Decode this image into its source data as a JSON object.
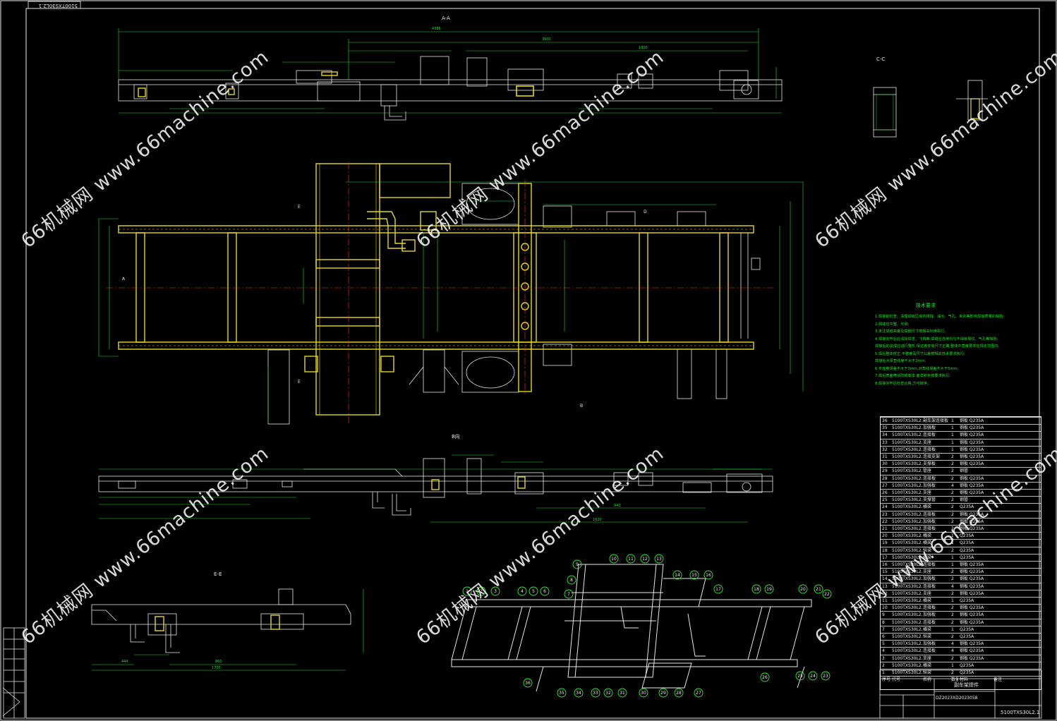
{
  "drawing": {
    "drawing_number": "5100TXS30L2.1",
    "drawing_number_rotated": "5100TXS30L2.1",
    "title_block_name": "副车架焊件",
    "title_block_code": "DZ2023XD2023058",
    "colors": {
      "frame_yellow": "#e8d81a",
      "line_white": "#e8e8e8",
      "dim_green": "#22e02a",
      "balloon_green": "#30f030",
      "background": "#000000"
    }
  },
  "views": {
    "section_aa": "A-A",
    "section_cc": "C-C",
    "section_bb": "B向",
    "section_ee": "E-E",
    "section_d": "D",
    "marker_a": "A",
    "marker_e": "E",
    "marker_b": "B"
  },
  "dimensions": {
    "aa_overall": "4386",
    "aa_second": "3900",
    "aa_right": "1800",
    "ee_overall": "1700",
    "ee_mid": "860",
    "ee_left": "444",
    "bb_right": "1620",
    "bb_mid": "940"
  },
  "technical_requirements": {
    "title": "技术要求",
    "lines": [
      "1.焊接前检查、清理焊缝区域的锈蚀、油污、气孔、夹杂等影响焊接质量的缺陷;",
      "2.焊缝应平整、光滑;",
      "3.未注焊缝高度及焊脚尺寸按相关标准执行;",
      "4.焊接完毕后应清除焊渣、飞溅等,焊缝应连续均匀不得有裂纹、气孔等缺陷;",
      "  焊接后的总成应进行整形,保证各安装尺寸正确,整体平直度要求在规定范围内;",
      "5.焊后整体校正,平整度及尺寸公差按相关技术要求执行;",
      "  焊接后大梁直线度不大于2mm;",
      "6.平面度误差不大于3mm,对角线误差不大于5mm;",
      "7.焊后表面喷涂防锈底漆,面漆颜色按要求执行;",
      "8.焊接完毕后检查合格,方可转序。"
    ]
  },
  "bom_rows": [
    [
      "36",
      "5100TXS30L2.1-23",
      "副车架连接板",
      "1",
      "钢板 Q235A",
      ""
    ],
    [
      "35",
      "5100TXS30L2.1-22",
      "加强板",
      "1",
      "钢板 Q235A",
      ""
    ],
    [
      "34",
      "5100TXS30L2.1-21",
      "连接板",
      "1",
      "钢板 Q235A",
      ""
    ],
    [
      "33",
      "5100TXS30L2.1-5-1",
      "支座",
      "1",
      "钢板 Q235A",
      ""
    ],
    [
      "32",
      "5100TXS30L2.1-20",
      "连接板",
      "1",
      "钢板 Q235A",
      ""
    ],
    [
      "31",
      "5100TXS30L2.1-19",
      "连接支架",
      "2",
      "钢板 Q235A",
      ""
    ],
    [
      "30",
      "5100TXS30L2.1-18",
      "支撑板",
      "2",
      "钢板 Q235A",
      ""
    ],
    [
      "29",
      "5100TXS30L2.1-5",
      "管座",
      "2",
      "钢管",
      ""
    ],
    [
      "28",
      "5100TXS30L2.1-17",
      "连接板",
      "2",
      "钢板 Q235A",
      ""
    ],
    [
      "27",
      "5100TXS30L2.1-16",
      "加强板",
      "4",
      "钢板 Q235A",
      ""
    ],
    [
      "26",
      "5100TXS30L2.1-15",
      "支座",
      "2",
      "钢板 Q235A",
      ""
    ],
    [
      "25",
      "5100TXS30L2.1-14",
      "支撑管",
      "2",
      "钢管",
      ""
    ],
    [
      "24",
      "5100TXS30L2.1-13",
      "横梁",
      "2",
      "Q235A",
      ""
    ],
    [
      "23",
      "5100TXS30L2.1-12",
      "连接板",
      "2",
      "钢板 Q235A",
      ""
    ],
    [
      "22",
      "5100TXS30L2.1-11",
      "加强板",
      "2",
      "钢板 Q235A",
      ""
    ],
    [
      "21",
      "5100TXS30L2.1-10",
      "连接板",
      "2",
      "钢板 Q235A",
      ""
    ],
    [
      "20",
      "5100TXS30L2.1-9",
      "横梁",
      "1",
      "Q235A",
      ""
    ],
    [
      "19",
      "5100TXS30L2.1-8",
      "横梁",
      "1",
      "Q235A",
      ""
    ],
    [
      "18",
      "5100TXS30L2.1-7",
      "纵梁",
      "2",
      "Q235A",
      ""
    ],
    [
      "17",
      "5100TXS30L2.1-6",
      "横梁",
      "1",
      "Q235A",
      ""
    ],
    [
      "16",
      "5100TXS30L2.1-4-1",
      "连接板",
      "1",
      "钢板 Q235A",
      ""
    ],
    [
      "15",
      "5100TXS30L2.1-4",
      "支座",
      "2",
      "钢板 Q235A",
      ""
    ],
    [
      "14",
      "5100TXS30L2.1-3",
      "加强板",
      "2",
      "钢板 Q235A",
      ""
    ],
    [
      "13",
      "5100TXS30L2.1-2-2",
      "连接板",
      "4",
      "钢板 Q235A",
      ""
    ],
    [
      "12",
      "5100TXS30L2.1-2-1",
      "支座",
      "2",
      "钢板 Q235A",
      ""
    ],
    [
      "11",
      "5100TXS30L2.1-2",
      "横梁",
      "1",
      "Q235A",
      ""
    ],
    [
      "10",
      "5100TXS30L2.1-1-4",
      "连接板",
      "2",
      "钢板 Q235A",
      ""
    ],
    [
      "9",
      "5100TXS30L2.1-1-3",
      "加强板",
      "2",
      "钢板 Q235A",
      ""
    ],
    [
      "8",
      "5100TXS30L2.1-1-2",
      "连接板",
      "2",
      "钢板 Q235A",
      ""
    ],
    [
      "7",
      "5100TXS30L2.1-1-1",
      "横梁",
      "1",
      "Q235A",
      ""
    ],
    [
      "6",
      "5100TXS30L2.1-1",
      "纵梁",
      "2",
      "Q235A",
      ""
    ],
    [
      "5",
      "5100TXS30L2.1-0-4",
      "加强板",
      "4",
      "钢板 Q235A",
      ""
    ],
    [
      "4",
      "5100TXS30L2.1-0-3",
      "连接板",
      "4",
      "钢板 Q235A",
      ""
    ],
    [
      "3",
      "5100TXS30L2.1-0-2",
      "支座",
      "2",
      "钢板 Q235A",
      ""
    ],
    [
      "2",
      "5100TXS30L2.1-0-1",
      "横梁",
      "1",
      "Q235A",
      ""
    ],
    [
      "1",
      "5100TXS30L2.1-0",
      "纵梁",
      "2",
      "Q235A",
      ""
    ]
  ],
  "bom_header": [
    "序号",
    "代号",
    "名称",
    "数量",
    "材料",
    "备注"
  ],
  "balloons": [
    "1",
    "2",
    "3",
    "4",
    "5",
    "6",
    "7",
    "8",
    "9",
    "10",
    "11",
    "12",
    "13",
    "14",
    "15",
    "16",
    "17",
    "18",
    "19",
    "20",
    "21",
    "22",
    "23",
    "24",
    "25",
    "26",
    "27",
    "28",
    "29",
    "30",
    "31",
    "32",
    "33",
    "34",
    "35",
    "36"
  ],
  "watermark": "66机械网 www.66machine.com"
}
